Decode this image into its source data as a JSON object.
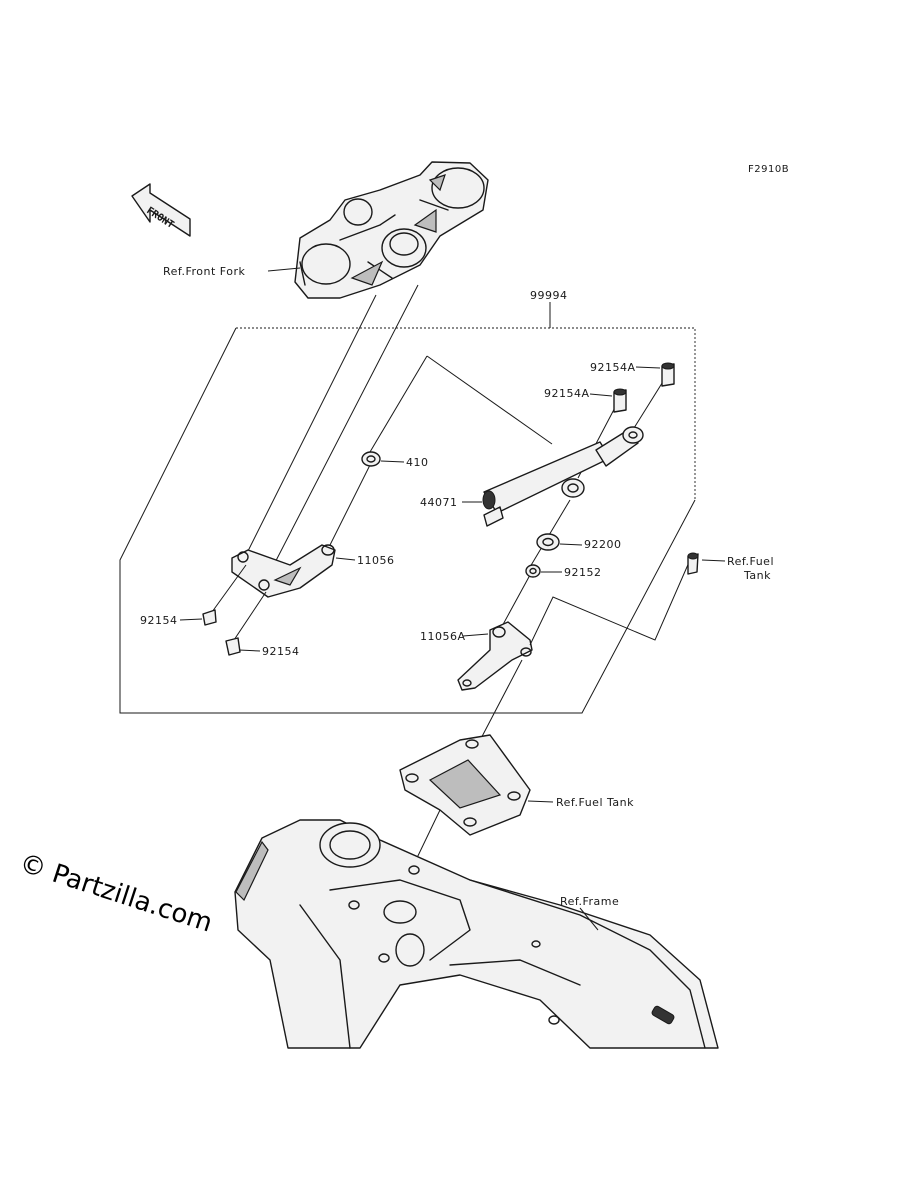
{
  "figure_code": "F2910B",
  "watermark": "© Partzilla.com",
  "front_arrow_label": "FRONT",
  "callouts": {
    "ref_front_fork": "Ref.Front Fork",
    "kit_99994": "99994",
    "p92154A_top": "92154A",
    "p92154A_mid": "92154A",
    "p410": "410",
    "p44071": "44071",
    "p92200": "92200",
    "p92152": "92152",
    "p11056": "11056",
    "p92154_left": "92154",
    "p92154_bottom": "92154",
    "ref_fuel_tank_right_1": "Ref.Fuel",
    "ref_fuel_tank_right_2": "Tank",
    "p11056A": "11056A",
    "ref_fuel_tank_mid": "Ref.Fuel Tank",
    "ref_frame": "Ref.Frame"
  }
}
